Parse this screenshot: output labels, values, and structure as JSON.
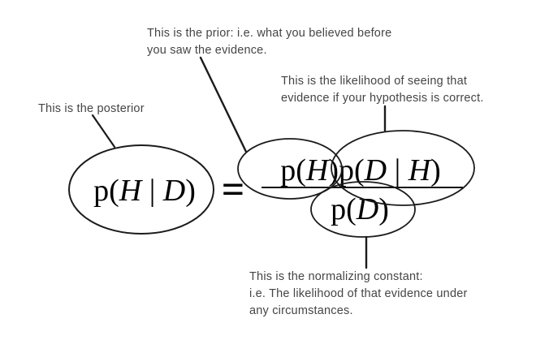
{
  "colors": {
    "background": "#ffffff",
    "ink": "#1b1b1b",
    "annotation_text": "#454545",
    "formula_text": "#000000"
  },
  "annotations": {
    "prior": {
      "lines": [
        "This is the prior: i.e. what you believed before",
        "you saw the evidence."
      ]
    },
    "likelihood": {
      "lines": [
        "This is the likelihood of seeing that",
        "evidence if your hypothesis is correct."
      ]
    },
    "posterior": {
      "lines": [
        "This is the posterior"
      ]
    },
    "normalizing": {
      "lines": [
        "This is the normalizing constant:",
        "i.e. The likelihood of that evidence under",
        "any circumstances."
      ]
    }
  },
  "formula": {
    "posterior": {
      "open": "p(",
      "arg1": "H",
      "mid": " | ",
      "arg2": "D",
      "close": ")"
    },
    "equals": "=",
    "prior": {
      "open": "p(",
      "arg1": "H",
      "close": ")"
    },
    "likelihood": {
      "open": "p(",
      "arg1": "D",
      "mid": " | ",
      "arg2": "H",
      "close": ")"
    },
    "denominator": {
      "open": "p(",
      "arg1": "D",
      "close": ")"
    }
  }
}
